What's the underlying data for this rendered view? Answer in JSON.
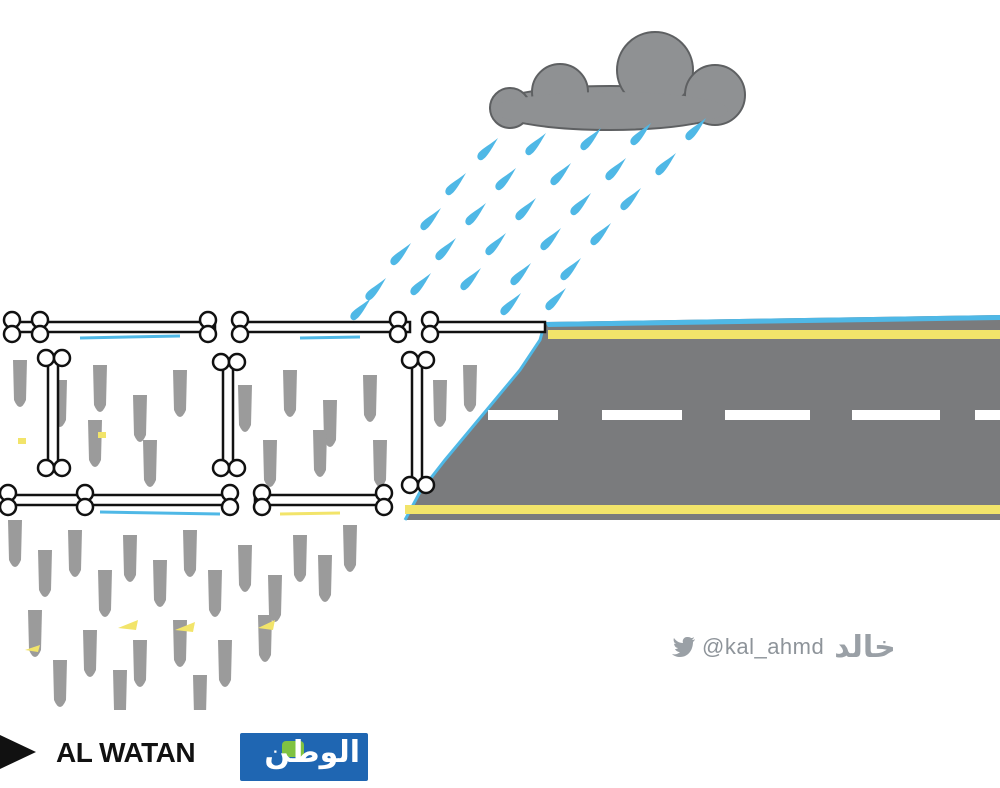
{
  "cartoon": {
    "credit_handle": "@kal_ahmd",
    "signature": "خالد",
    "twitter_icon": "twitter-bird-icon",
    "colors": {
      "road": "#7a7b7d",
      "road_line_yellow": "#f2e46a",
      "road_dash": "#ffffff",
      "rain": "#4fb8e6",
      "cloud": "#8f9193",
      "bone": "#ffffff",
      "drip": "#9b9b9b"
    }
  },
  "footer": {
    "brand_text": "AL WATAN",
    "logo_text": "الوطن",
    "logo_color": "#1f66b2",
    "logo_accent": "#7fc241"
  }
}
